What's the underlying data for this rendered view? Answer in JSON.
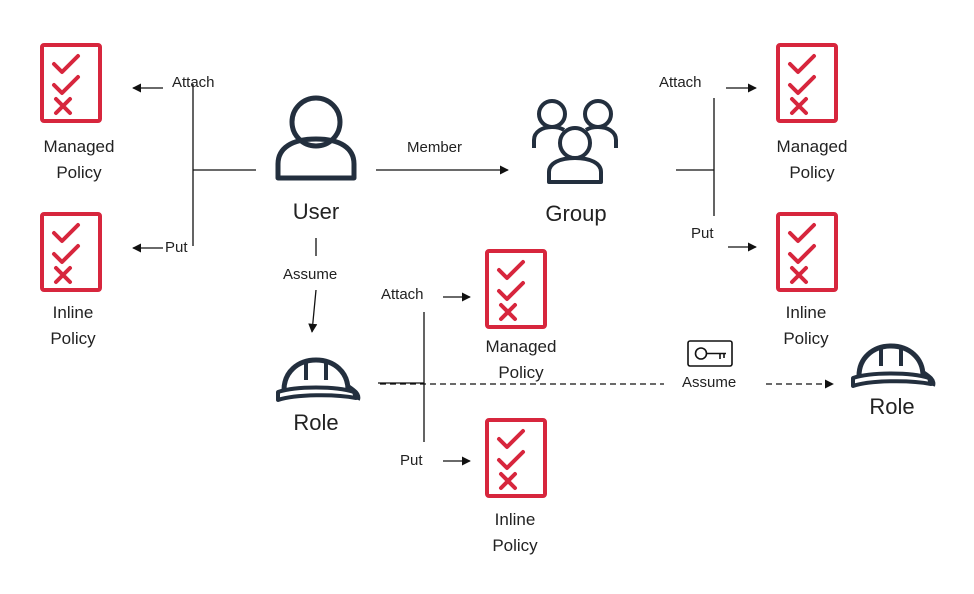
{
  "colors": {
    "policy_red": "#d7263d",
    "icon_dark": "#232f3e",
    "line": "#111111"
  },
  "icons": {
    "policy": "checklist-icon",
    "user": "user-icon",
    "group": "group-icon",
    "role": "hardhat-icon",
    "key": "key-icon"
  },
  "user": {
    "label": "User"
  },
  "group": {
    "label": "Group"
  },
  "role": {
    "label": "Role"
  },
  "target_role": {
    "label": "Role"
  },
  "edges": {
    "user_attach": "Attach",
    "user_put": "Put",
    "member": "Member",
    "user_assume": "Assume",
    "group_attach": "Attach",
    "group_put": "Put",
    "role_attach": "Attach",
    "role_put": "Put",
    "role_assume": "Assume"
  },
  "policies": {
    "user_managed": [
      "Managed",
      "Policy"
    ],
    "user_inline": [
      "Inline",
      "Policy"
    ],
    "group_managed": [
      "Managed",
      "Policy"
    ],
    "group_inline": [
      "Inline",
      "Policy"
    ],
    "role_managed": [
      "Managed",
      "Policy"
    ],
    "role_inline": [
      "Inline",
      "Policy"
    ]
  }
}
